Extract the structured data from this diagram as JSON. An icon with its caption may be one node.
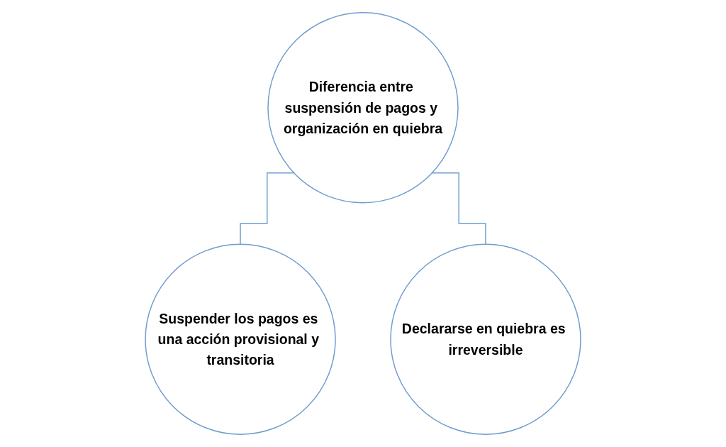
{
  "diagram": {
    "nodes": [
      {
        "text": [
          "Diferencia entre suspensión de pagos y organización en quiebra"
        ]
      },
      {
        "text": [
          "Suspender los pagos es una acción provisional y transitoria"
        ]
      },
      {
        "text": [
          "Declararse en quiebra es irreversible"
        ]
      }
    ],
    "edges": [
      {
        "from": 0,
        "to": 1,
        "arrow": "none"
      },
      {
        "from": 0,
        "to": 2,
        "arrow": "none"
      }
    ]
  }
}
